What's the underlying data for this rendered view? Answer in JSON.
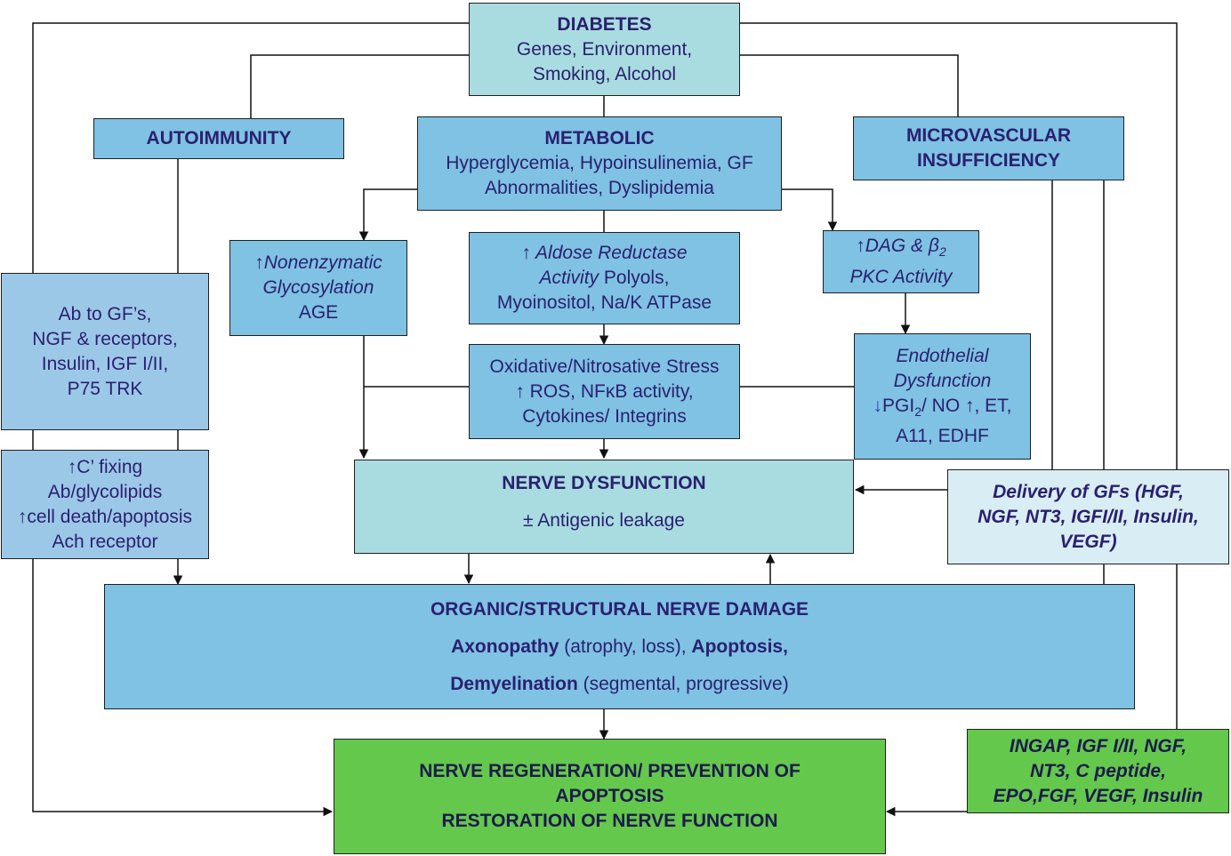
{
  "boxes": {
    "diabetes": {
      "title": "DIABETES",
      "l1": "Genes, Environment,",
      "l2": "Smoking, Alcohol"
    },
    "autoimmunity": {
      "title": "AUTOIMMUNITY"
    },
    "metabolic": {
      "title": "METABOLIC",
      "l1": "Hyperglycemia, Hypoinsulinemia, GF",
      "l2": "Abnormalities, Dyslipidemia"
    },
    "microvascular": {
      "l1": "MICROVASCULAR",
      "l2": "INSUFFICIENCY"
    },
    "ab_gf": {
      "l1": "Ab to GF’s,",
      "l2": "NGF & receptors,",
      "l3": "Insulin, IGF I/II,",
      "l4": "P75 TRK"
    },
    "nonenzymatic": {
      "l1": "↑Nonenzymatic",
      "l2": "Glycosylation",
      "l3": "AGE"
    },
    "aldose": {
      "l1": "↑ Aldose Reductase",
      "l2a": "Activity",
      "l2b": " Polyols,",
      "l3": "Myoinositol, Na/K ATPase"
    },
    "dag": {
      "l1a": "↑DAG & β",
      "l1sub": "2",
      "l2": "PKC Activity"
    },
    "oxidative": {
      "l1": "Oxidative/Nitrosative Stress",
      "l2": "↑ ROS, NFκB activity,",
      "l3": "Cytokines/ Integrins"
    },
    "endothelial": {
      "l1": "Endothelial",
      "l2": "Dysfunction",
      "l3a": "↓",
      "l3b": "PGI",
      "l3sub": "2",
      "l3c": "/ NO ↑, ET,",
      "l4": "A11, EDHF"
    },
    "cfixing": {
      "l1": "↑C’ fixing",
      "l2": "Ab/glycolipids",
      "l3": "↑cell death/apoptosis",
      "l4": "Ach receptor"
    },
    "nerve_dysfunction": {
      "title": "NERVE DYSFUNCTION",
      "l1": "± Antigenic leakage"
    },
    "delivery": {
      "l1": "Delivery of GFs (HGF,",
      "l2": "NGF, NT3, IGFI/II, Insulin,",
      "l3": "VEGF)"
    },
    "organic": {
      "title": "ORGANIC/STRUCTURAL NERVE DAMAGE",
      "l1b": "Axonopathy",
      "l1n": " (atrophy, loss), ",
      "l1b2": "Apoptosis,",
      "l2b": "Demyelination",
      "l2n": " (segmental, progressive)"
    },
    "regeneration": {
      "l1": "NERVE REGENERATION/ PREVENTION OF",
      "l2": "APOPTOSIS",
      "l3": "RESTORATION OF NERVE FUNCTION"
    },
    "ingap": {
      "l1": "INGAP, IGF I/II, NGF,",
      "l2": "NT3, C peptide,",
      "l3": "EPO,FGF, VEGF, Insulin"
    }
  },
  "colors": {
    "blue": "#7fc2e3",
    "light_blue": "#9cc8e8",
    "cyan": "#a9dce0",
    "pale": "#d8eef4",
    "green": "#64c84c",
    "text": "#2b2070"
  }
}
